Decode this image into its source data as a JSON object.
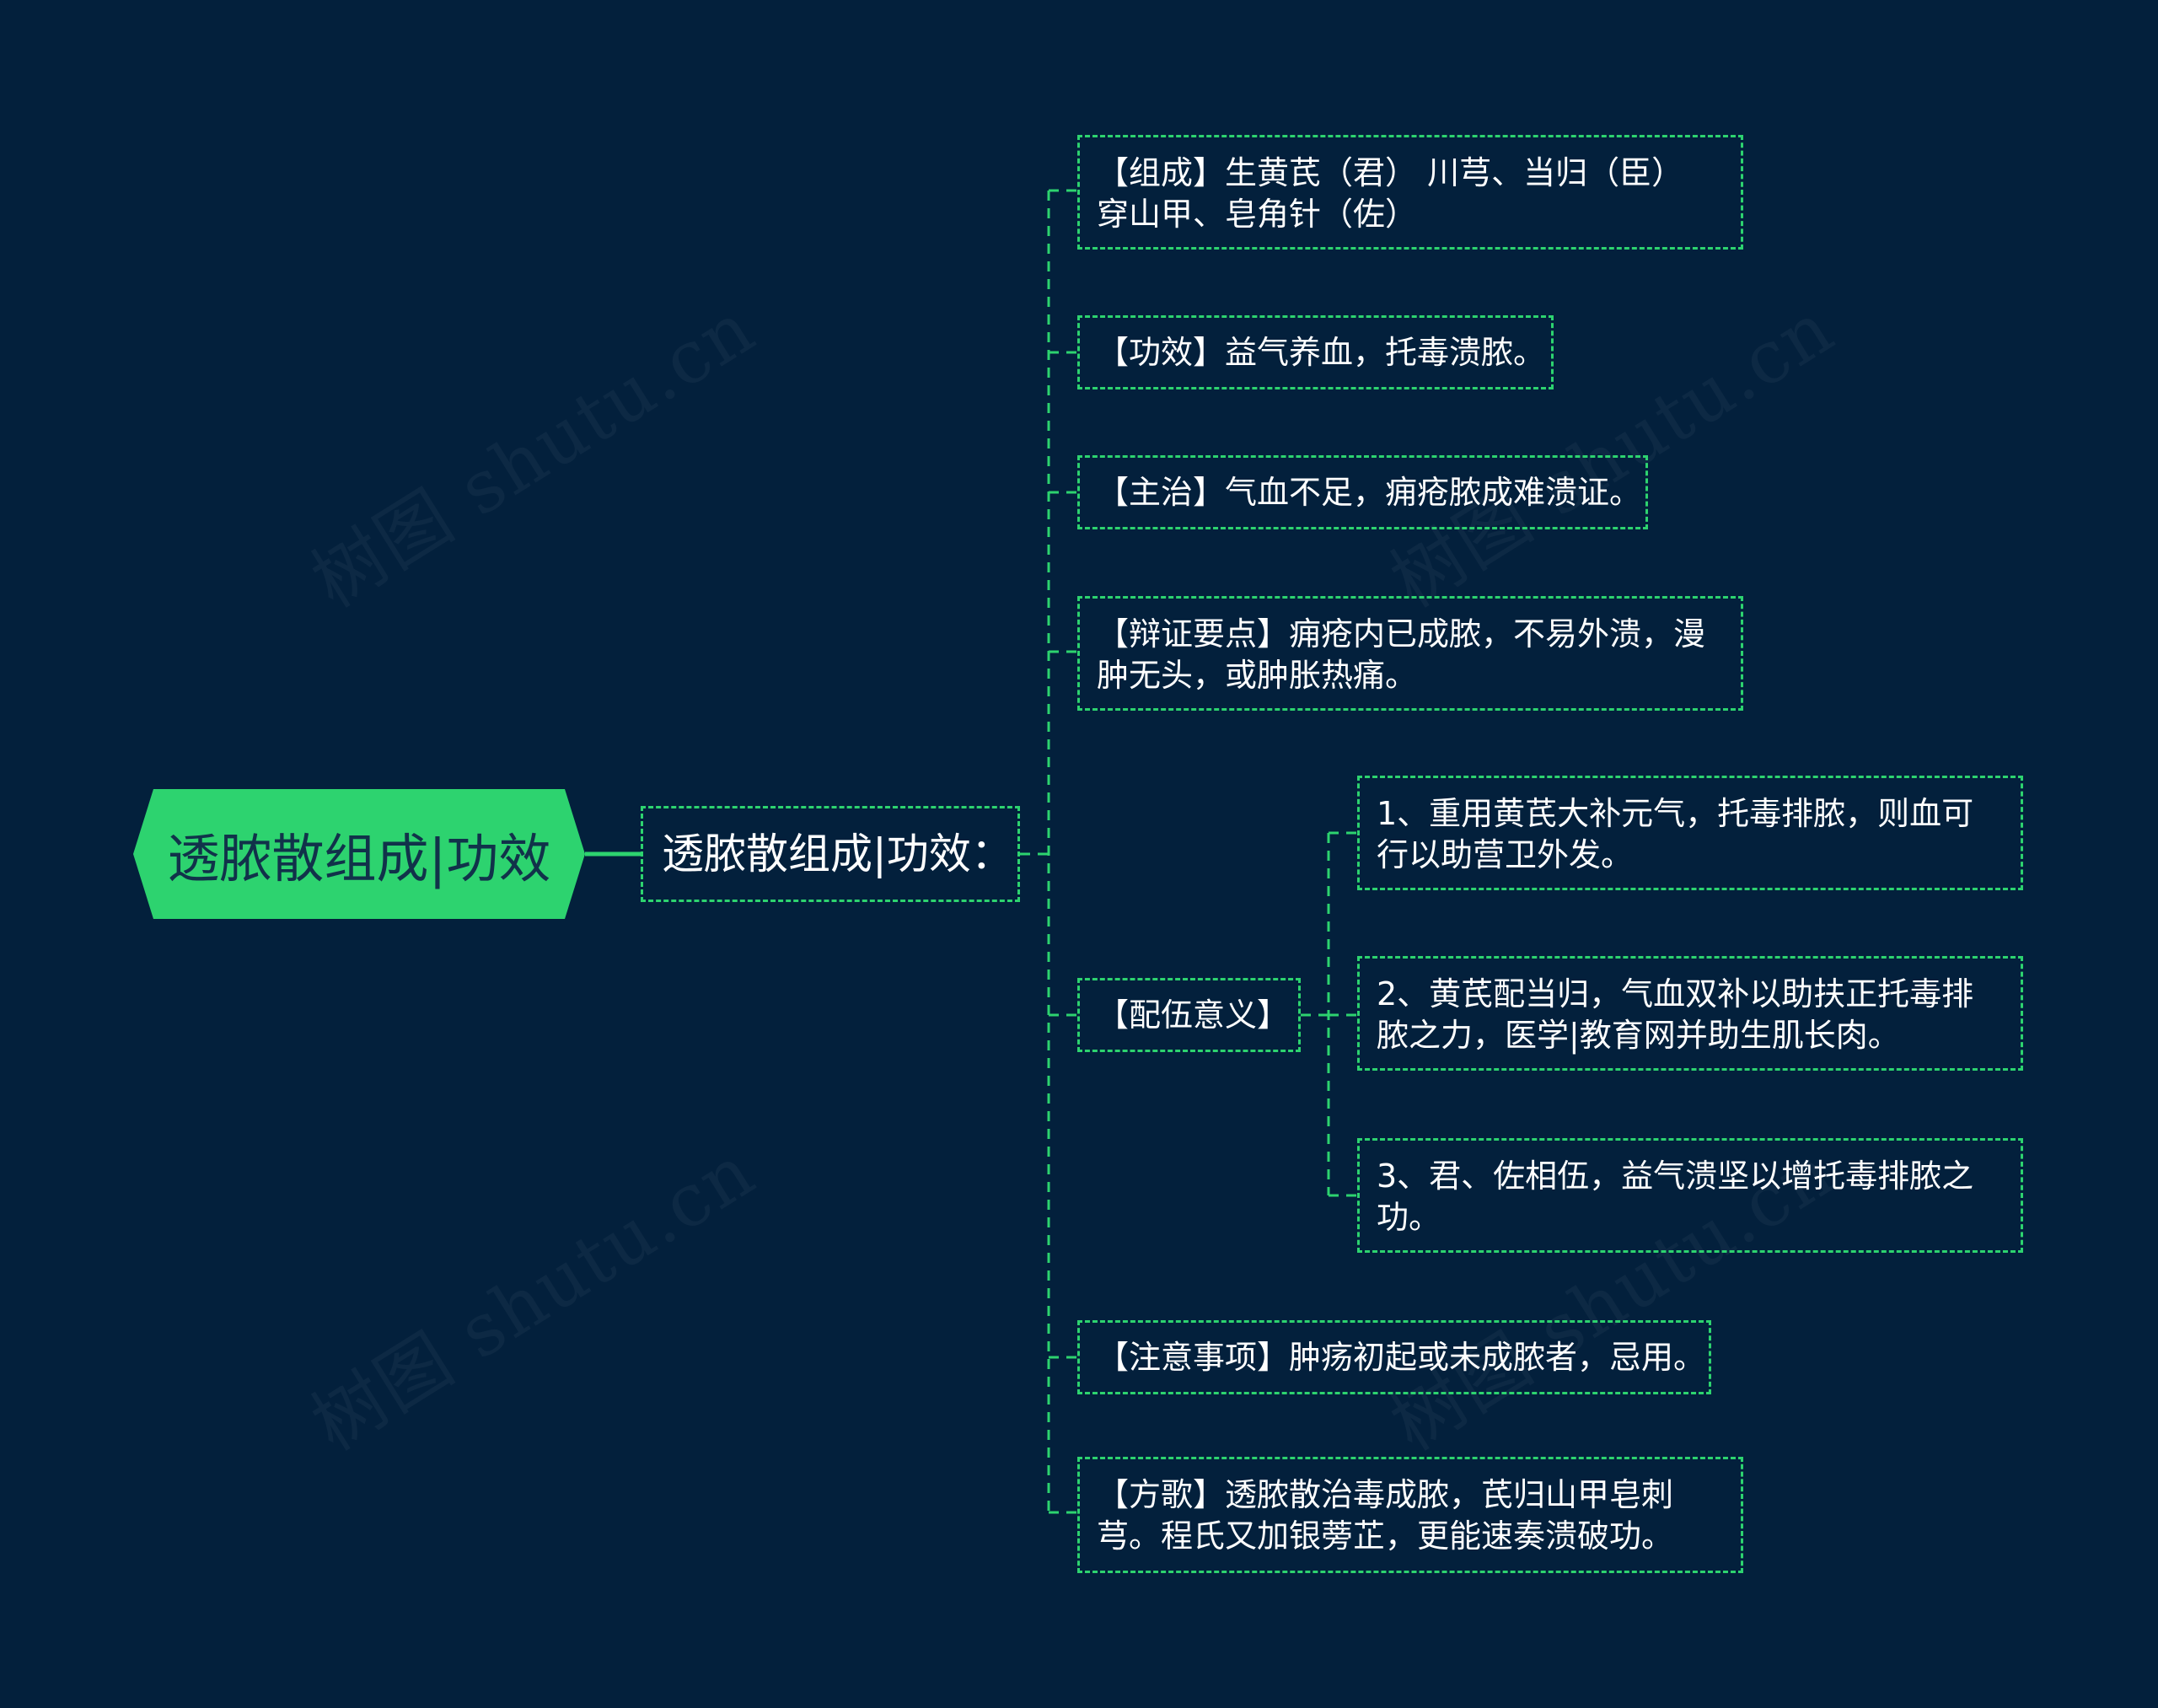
{
  "watermark": "树图 shutu.cn",
  "root": {
    "label": "透脓散组成|功效"
  },
  "center": {
    "label": "透脓散组成|功效："
  },
  "branches": [
    {
      "text": "【组成】生黄芪（君） 川芎、当归（臣） 穿山甲、皂角针（佐）"
    },
    {
      "text": "【功效】益气养血，托毒溃脓。"
    },
    {
      "text": "【主治】气血不足，痈疮脓成难溃证。"
    },
    {
      "text": "【辩证要点】痈疮内已成脓，不易外溃，漫肿无头，或肿胀热痛。"
    },
    {
      "text": "【配伍意义】",
      "children": [
        {
          "text": "1、重用黄芪大补元气，托毒排脓，则血可行以助营卫外发。"
        },
        {
          "text": "2、黄芪配当归，气血双补以助扶正托毒排脓之力，医学|教育网并助生肌长肉。"
        },
        {
          "text": "3、君、佐相伍，益气溃坚以增托毒排脓之功。"
        }
      ]
    },
    {
      "text": "【注意事项】肿疡初起或未成脓者，忌用。"
    },
    {
      "text": "【方歌】透脓散治毒成脓，芪归山甲皂刺芎。程氏又加银蒡芷，更能速奏溃破功。"
    }
  ],
  "colors": {
    "background": "#03203c",
    "accent": "#2dd36f",
    "text": "#ffffff",
    "root_text": "#11324a"
  }
}
